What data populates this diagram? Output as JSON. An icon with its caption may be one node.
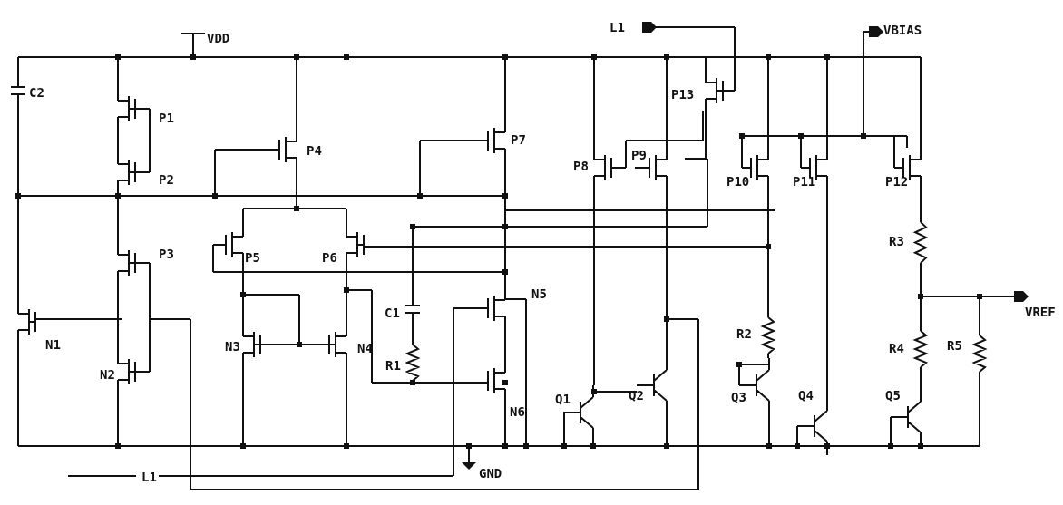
{
  "diagram": {
    "labels": [
      "VDD",
      "L1",
      "VBIAS",
      "C2",
      "P13",
      "P1",
      "P4",
      "P7",
      "P2",
      "P8",
      "P9",
      "P10",
      "P11",
      "P12",
      "P3",
      "P5",
      "P6",
      "R3",
      "C1",
      "N5",
      "VREF",
      "N1",
      "N3",
      "N4",
      "R2",
      "R4",
      "R5",
      "N2",
      "R1",
      "Q1",
      "Q2",
      "Q3",
      "Q4",
      "Q5",
      "N6",
      "L1",
      "GND"
    ]
  }
}
